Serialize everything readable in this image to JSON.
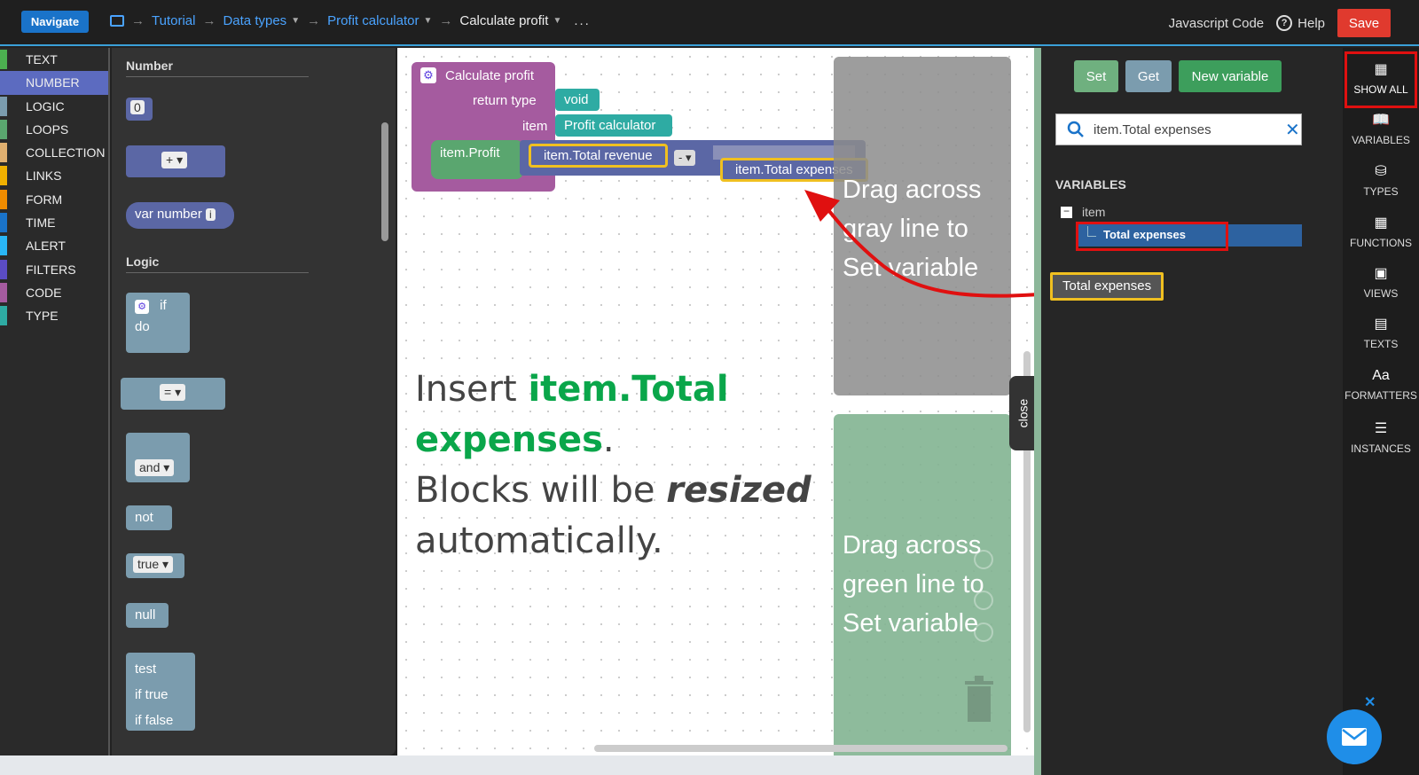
{
  "topbar": {
    "navigate": "Navigate",
    "breadcrumbs": [
      "Tutorial",
      "Data types",
      "Profit calculator",
      "Calculate profit"
    ],
    "more": "...",
    "javascript_code": "Javascript Code",
    "help": "Help",
    "save": "Save"
  },
  "categories": [
    {
      "label": "TEXT",
      "color": "#4caf50"
    },
    {
      "label": "NUMBER",
      "color": "#5c6bc0"
    },
    {
      "label": "LOGIC",
      "color": "#7b9cae"
    },
    {
      "label": "LOOPS",
      "color": "#5aa66f"
    },
    {
      "label": "COLLECTION",
      "color": "#e0b070"
    },
    {
      "label": "LINKS",
      "color": "#f0b000"
    },
    {
      "label": "FORM",
      "color": "#f08c00"
    },
    {
      "label": "TIME",
      "color": "#1a73c9"
    },
    {
      "label": "ALERT",
      "color": "#29b6f6"
    },
    {
      "label": "FILTERS",
      "color": "#5b4cc4"
    },
    {
      "label": "CODE",
      "color": "#a55b9f"
    },
    {
      "label": "TYPE",
      "color": "#2eaba3"
    }
  ],
  "flyout": {
    "number_heading": "Number",
    "logic_heading": "Logic",
    "zero": "0",
    "plus_op": "+",
    "var_number": "var number",
    "info": "i",
    "if_label": "if",
    "do_label": "do",
    "eq_op": "=",
    "and_label": "and",
    "not_label": "not",
    "true_label": "true",
    "null_label": "null",
    "test_label": "test",
    "if_true_label": "if true",
    "if_false_label": "if false"
  },
  "canvas": {
    "proc_title": "Calculate profit",
    "return_type_label": "return type",
    "return_type_value": "void",
    "item_label": "item",
    "item_value": "Profit calculator",
    "set_target": "item.Profit",
    "operand_left": "item.Total revenue",
    "minus_op": "-",
    "operand_right": "item.Total expenses",
    "gray_zone_text": "Drag across gray line to Set variable",
    "green_zone_text": "Drag across green line to Set variable",
    "instruction": {
      "part1": "Insert ",
      "highlight": "item.Total expenses",
      "part2": ".",
      "line2_a": "Blocks will be ",
      "line2_em": "resized",
      "line3": "automatically."
    },
    "close_tab": "close"
  },
  "right_panel": {
    "set": "Set",
    "get": "Get",
    "new_variable": "New variable",
    "search_value": "item.Total expenses",
    "variables_heading": "VARIABLES",
    "tree_root": "item",
    "tree_child": "Total expenses",
    "drag_tag": "Total expenses"
  },
  "sidebar": [
    {
      "label": "SHOW ALL",
      "icon": "grid-icon"
    },
    {
      "label": "VARIABLES",
      "icon": "book-icon"
    },
    {
      "label": "TYPES",
      "icon": "database-icon"
    },
    {
      "label": "FUNCTIONS",
      "icon": "calculator-icon"
    },
    {
      "label": "VIEWS",
      "icon": "image-icon"
    },
    {
      "label": "TEXTS",
      "icon": "document-icon"
    },
    {
      "label": "FORMATTERS",
      "icon": "font-icon"
    },
    {
      "label": "INSTANCES",
      "icon": "list-icon"
    }
  ],
  "colors": {
    "accent": "#1a73c9",
    "save": "#e03a2e",
    "highlight_red": "#e01010",
    "highlight_yellow": "#f0c020",
    "instruction_green": "#0aa64a"
  }
}
